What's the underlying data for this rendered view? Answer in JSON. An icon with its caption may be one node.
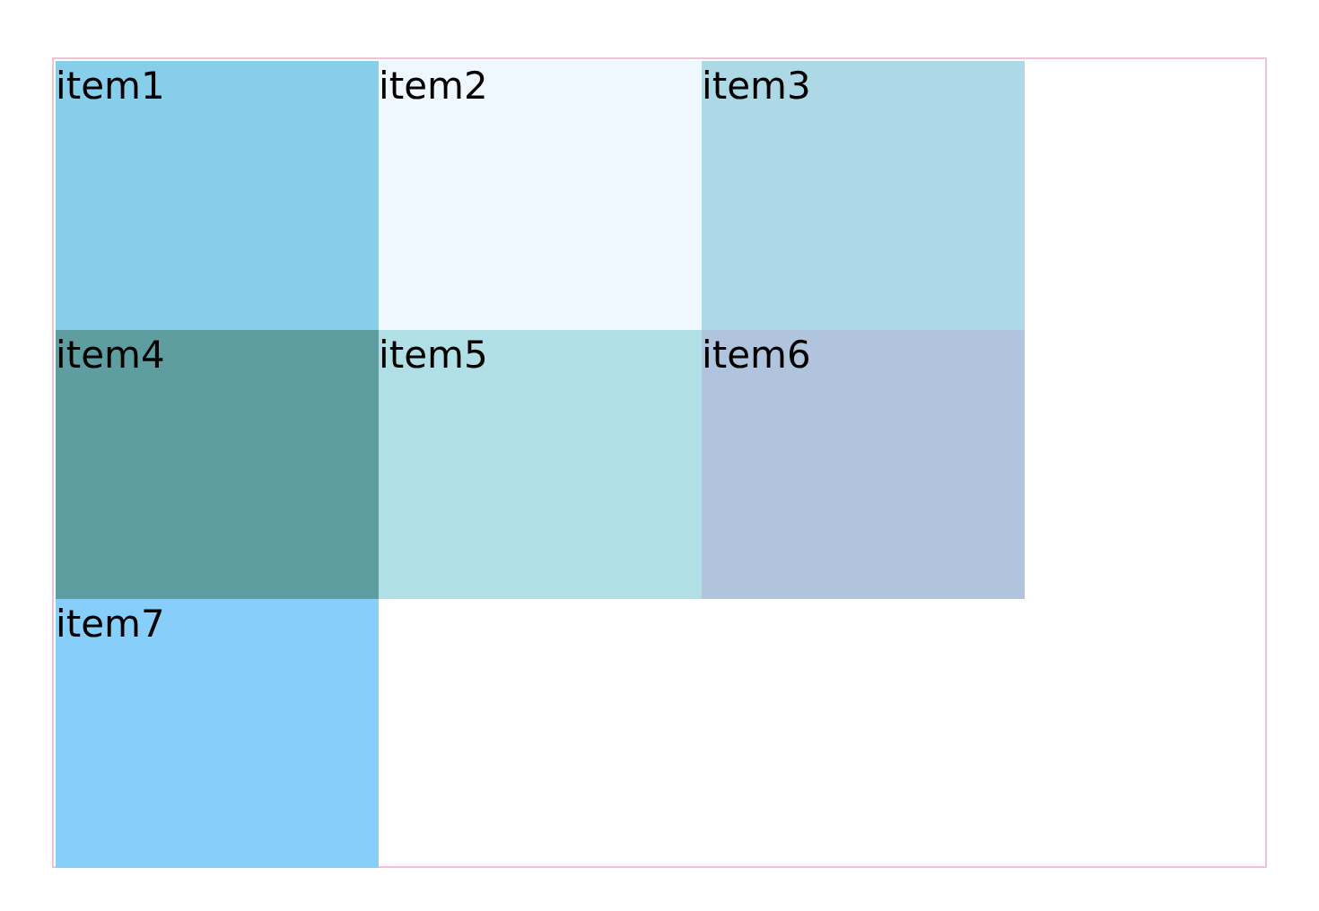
{
  "diagram": {
    "nodes": [
      {
        "text": [],
        "shape": "box"
      },
      {
        "text": [
          "item1"
        ],
        "in": 0
      },
      {
        "text": [
          "item2"
        ],
        "in": 0
      },
      {
        "text": [
          "item3"
        ],
        "in": 0
      },
      {
        "text": [
          "item4"
        ],
        "in": 0
      },
      {
        "text": [
          "item5"
        ],
        "in": 0
      },
      {
        "text": [
          "item6"
        ],
        "in": 0
      },
      {
        "text": [
          "item7"
        ],
        "in": 0
      }
    ]
  }
}
